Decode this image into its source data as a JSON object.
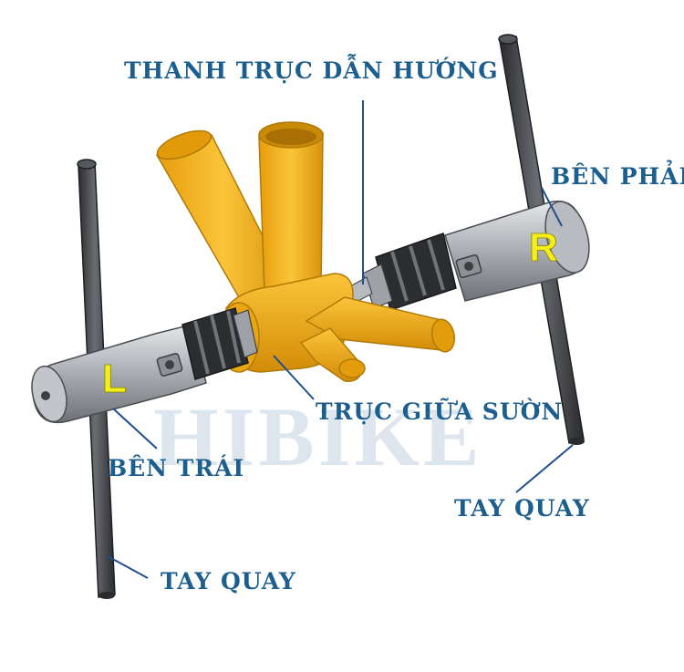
{
  "colors": {
    "label": "#1c5f8f",
    "leader": "#1f4f8f",
    "frame": "#f5b21a",
    "frame_shade": "#c98a08",
    "tool": "#a9adb2",
    "tool_dark": "#3d3f43",
    "side_letter": "#f4ee1a",
    "watermark": "#c8d6e4"
  },
  "labels": {
    "guide_rod": "THANH TRỤC DẪN HƯỚNG",
    "right_side": "BÊN PHẢI",
    "bb_shell": "TRỤC GIỮA SƯỜN",
    "left_side": "BÊN TRÁI",
    "handle_right": "TAY QUAY",
    "handle_left": "TAY QUAY"
  },
  "side_letters": {
    "left": "L",
    "right": "R"
  },
  "watermark": "HIBIKE"
}
